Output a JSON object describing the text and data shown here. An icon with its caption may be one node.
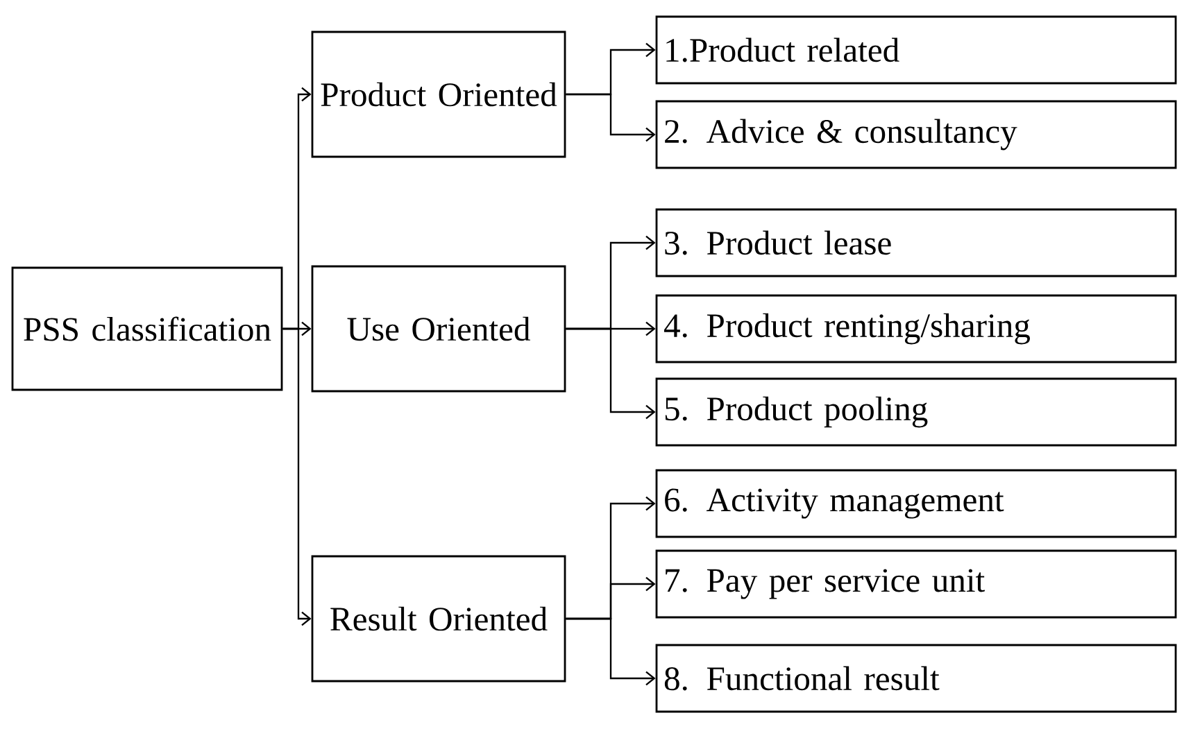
{
  "diagram": {
    "nodes": [
      {
        "text": [
          "PSS classification"
        ]
      },
      {
        "text": [
          "Product Oriented"
        ]
      },
      {
        "text": [
          "Use Oriented"
        ]
      },
      {
        "text": [
          "Result Oriented"
        ]
      },
      {
        "text": [
          "1.Product related"
        ]
      },
      {
        "text": [
          "2. Advice & consultancy"
        ]
      },
      {
        "text": [
          "3. Product lease"
        ]
      },
      {
        "text": [
          "4. Product renting/sharing"
        ]
      },
      {
        "text": [
          "5. Product pooling"
        ]
      },
      {
        "text": [
          "6. Activity management"
        ]
      },
      {
        "text": [
          "7. Pay per service unit"
        ]
      },
      {
        "text": [
          "8. Functional result"
        ]
      }
    ],
    "edges": [
      {
        "from": 0,
        "to": 1,
        "arrow": "to"
      },
      {
        "from": 0,
        "to": 2,
        "arrow": "to"
      },
      {
        "from": 0,
        "to": 3,
        "arrow": "to"
      },
      {
        "from": 1,
        "to": 4,
        "arrow": "to"
      },
      {
        "from": 1,
        "to": 5,
        "arrow": "to"
      },
      {
        "from": 2,
        "to": 6,
        "arrow": "to"
      },
      {
        "from": 2,
        "to": 7,
        "arrow": "to"
      },
      {
        "from": 2,
        "to": 8,
        "arrow": "to"
      },
      {
        "from": 3,
        "to": 9,
        "arrow": "to"
      },
      {
        "from": 3,
        "to": 10,
        "arrow": "to"
      },
      {
        "from": 3,
        "to": 11,
        "arrow": "to"
      }
    ]
  }
}
